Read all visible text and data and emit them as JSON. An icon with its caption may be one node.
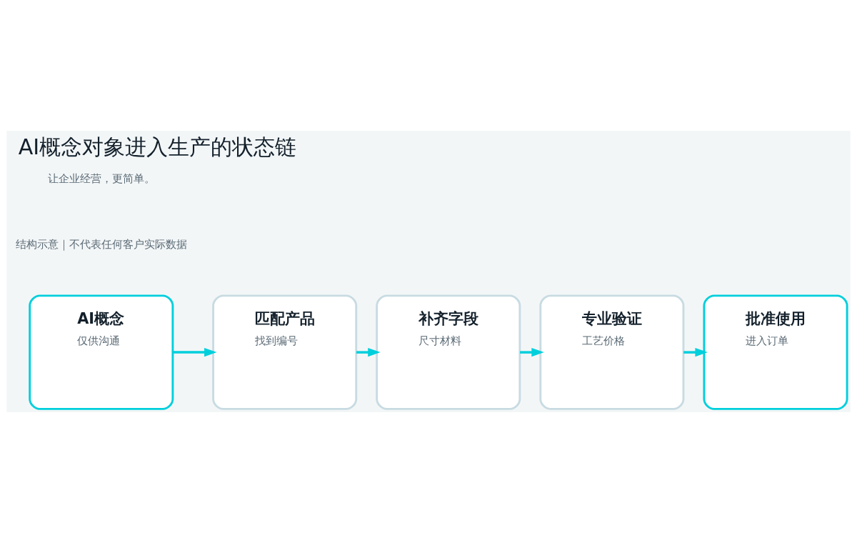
{
  "diagram": {
    "title": "AI概念对象进入生产的状态链",
    "nodes": [
      {
        "text": [
          "AI概念",
          "仅供沟通"
        ]
      },
      {
        "text": [
          "匹配产品",
          "找到编号"
        ]
      },
      {
        "text": [
          "补齐字段",
          "尺寸材料"
        ]
      },
      {
        "text": [
          "专业验证",
          "工艺价格"
        ]
      },
      {
        "text": [
          "批准使用",
          "进入订单"
        ]
      }
    ],
    "edges": [
      {
        "from": 0,
        "to": 1,
        "arrow": "to"
      },
      {
        "from": 1,
        "to": 2,
        "arrow": "to"
      },
      {
        "from": 2,
        "to": 3,
        "arrow": "to"
      },
      {
        "from": 3,
        "to": 4,
        "arrow": "to"
      }
    ],
    "labels": [
      "结构示意｜不代表任何客户实际数据",
      "让企业经营，更简单。"
    ]
  }
}
